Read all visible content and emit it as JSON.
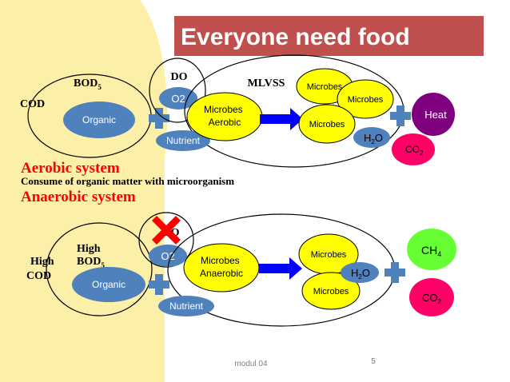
{
  "slide": {
    "title": "Everyone need food",
    "footer": "modul 04",
    "page_number": "5"
  },
  "colors": {
    "background_band": "#fcefa8",
    "title_bar": "#c0504d",
    "blue_node": "#4f81bd",
    "yellow_node": "#ffff00",
    "heat_node": "#7f007f",
    "co2_node": "#ff0066",
    "ch4_node": "#66ff33",
    "arrow": "#0000ff",
    "cross": "#ff0000",
    "heading_red": "#ff0000"
  },
  "aerobic": {
    "bod": "BOD",
    "bod_sub": "5",
    "cod": "COD",
    "organic": "Organic",
    "do_label": "DO",
    "o2": "O2",
    "nutrient": "Nutrient",
    "mlvss": "MLVSS",
    "microbes_center_1": "Microbes",
    "microbes_center_2": "Aerobic",
    "microbes_a": "Microbes",
    "microbes_b": "Microbes",
    "microbes_c": "Microbes",
    "h2o_h": "H",
    "h2o_sub": "2",
    "h2o_o": "O",
    "heat": "Heat",
    "co2": "CO",
    "co2_sub": "2"
  },
  "text": {
    "aerobic_heading": "Aerobic system",
    "aerobic_desc": "Consume of organic matter with microorganism",
    "anaerobic_heading": "Anaerobic system"
  },
  "anaerobic": {
    "do_label": "DO",
    "high_bod_1": "High",
    "high_bod_2": "BOD",
    "high_bod_sub": "5",
    "high_cod_1": "High",
    "high_cod_2": "COD",
    "organic": "Organic",
    "o2": "O2",
    "nutrient": "Nutrient",
    "microbes_center_1": "Microbes",
    "microbes_center_2": "Anaerobic",
    "microbes_a": "Microbes",
    "microbes_b": "Microbes",
    "h2o_h": "H",
    "h2o_sub": "2",
    "h2o_o": "O",
    "ch4": "CH",
    "ch4_sub": "4",
    "co2": "CO",
    "co2_sub": "2"
  }
}
